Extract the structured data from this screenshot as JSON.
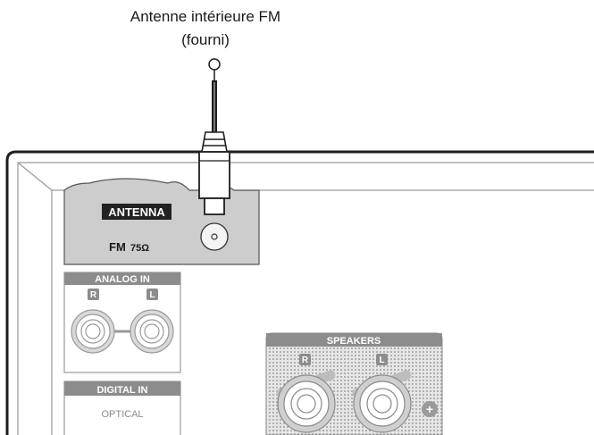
{
  "caption": {
    "line1": "Antenne intérieure FM",
    "line2": "(fourni)"
  },
  "panel": {
    "antenna_label": "ANTENNA",
    "fm_label": "FM",
    "impedance_label": "75Ω",
    "analog_in_label": "ANALOG IN",
    "analog_r": "R",
    "analog_l": "L",
    "digital_in_label": "DIGITAL IN",
    "optical_label": "OPTICAL",
    "speakers_label": "SPEAKERS",
    "speaker_r": "R",
    "speaker_l": "L",
    "plus_symbol": "+"
  },
  "colors": {
    "panel_gray": "#cdcdcd",
    "dark_gray": "#8c8c8c",
    "outline": "#1e1e1e",
    "label_bg": "#222222"
  }
}
